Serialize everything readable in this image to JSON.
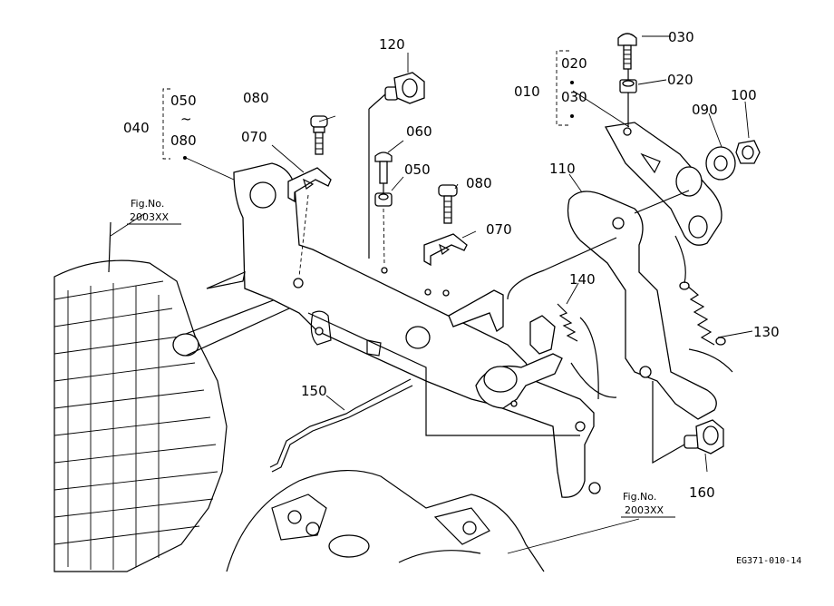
{
  "part_labels": {
    "p010": "010",
    "p020a": "020",
    "p020b": "020",
    "p030a": "030",
    "p030b": "030",
    "p040": "040",
    "p050a": "050",
    "p050b": "050",
    "p060": "060",
    "p070a": "070",
    "p070b": "070",
    "p080a": "080",
    "p080b": "080",
    "p080c": "080",
    "p090": "090",
    "p100": "100",
    "p110": "110",
    "p120": "120",
    "p130": "130",
    "p140": "140",
    "p150": "150",
    "p160": "160",
    "tilde": "~"
  },
  "figure_refs": {
    "ref1_title": "Fig.No.",
    "ref1_code": "2003XX",
    "ref2_title": "Fig.No.",
    "ref2_code": "2003XX"
  },
  "drawing_code": "EG371-010-14"
}
